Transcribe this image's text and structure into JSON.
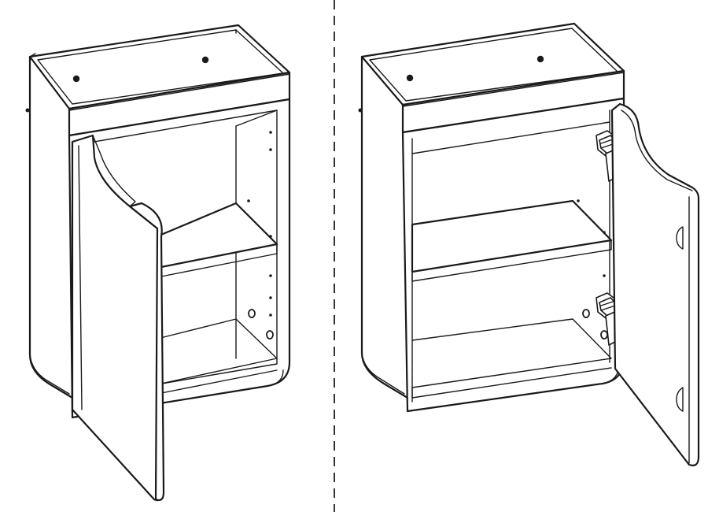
{
  "figure": {
    "views": [
      {
        "id": "door-partly-open",
        "description_icon": "cabinet-icon"
      },
      {
        "id": "door-fully-open",
        "description_icon": "cabinet-icon"
      }
    ],
    "divider_style": "dashed",
    "line_color": "#1a1a1a",
    "background": "#ffffff"
  }
}
